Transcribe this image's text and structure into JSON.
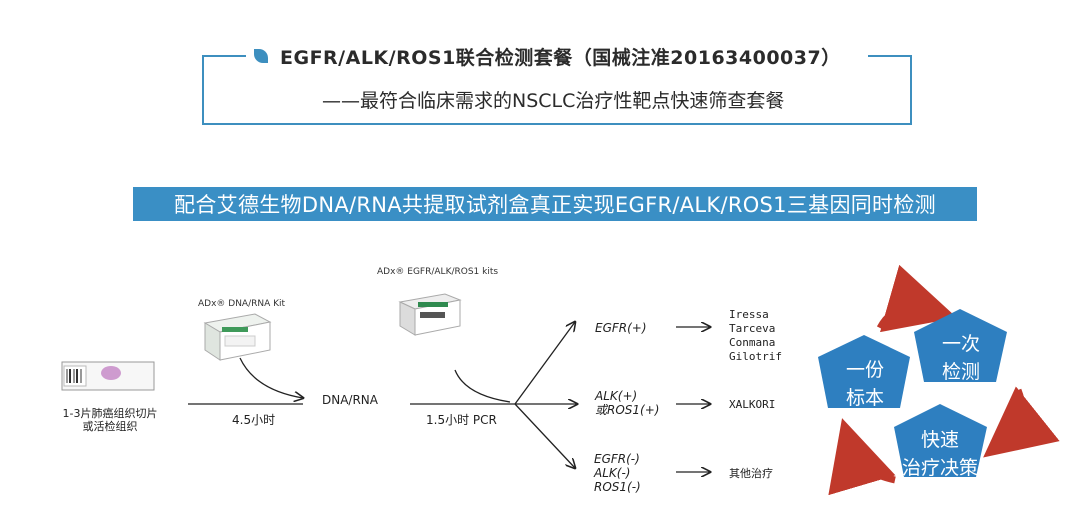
{
  "header": {
    "title": "EGFR/ALK/ROS1联合检测套餐（国械注准20163400037）",
    "subtitle": "——最符合临床需求的NSCLC治疗性靶点快速筛查套餐"
  },
  "banner": {
    "text": "配合艾德生物DNA/RNA共提取试剂盒真正实现EGFR/ALK/ROS1三基因同时检测"
  },
  "workflow": {
    "sample_label_1": "1-3片肺癌组织切片",
    "sample_label_2": "或活检组织",
    "kit1_label": "ADx® DNA/RNA Kit",
    "step1_time": "4.5小时",
    "intermediate": "DNA/RNA",
    "kit2_label": "ADx® EGFR/ALK/ROS1 kits",
    "step2_time": "1.5小时  PCR"
  },
  "results": [
    {
      "lines": [
        "EGFR(+)"
      ],
      "drugs": [
        "Iressa",
        "Tarceva",
        "Conmana",
        "Gilotrif"
      ]
    },
    {
      "lines": [
        "ALK(+)",
        "或ROS1(+)"
      ],
      "drugs": [
        "XALKORI"
      ]
    },
    {
      "lines": [
        "EGFR(-)",
        "ALK(-)",
        "ROS1(-)"
      ],
      "drugs": [
        "其他治疗"
      ]
    }
  ],
  "cycle": {
    "left_line1": "一份",
    "left_line2": "标本",
    "top_line1": "一次",
    "top_line2": "检测",
    "bottom_line1": "快速",
    "bottom_line2": "治疗决策"
  },
  "colors": {
    "accent_blue": "#3a8fc5",
    "pentagon_blue": "#2e7fc0",
    "arrow_red": "#c0392b"
  }
}
